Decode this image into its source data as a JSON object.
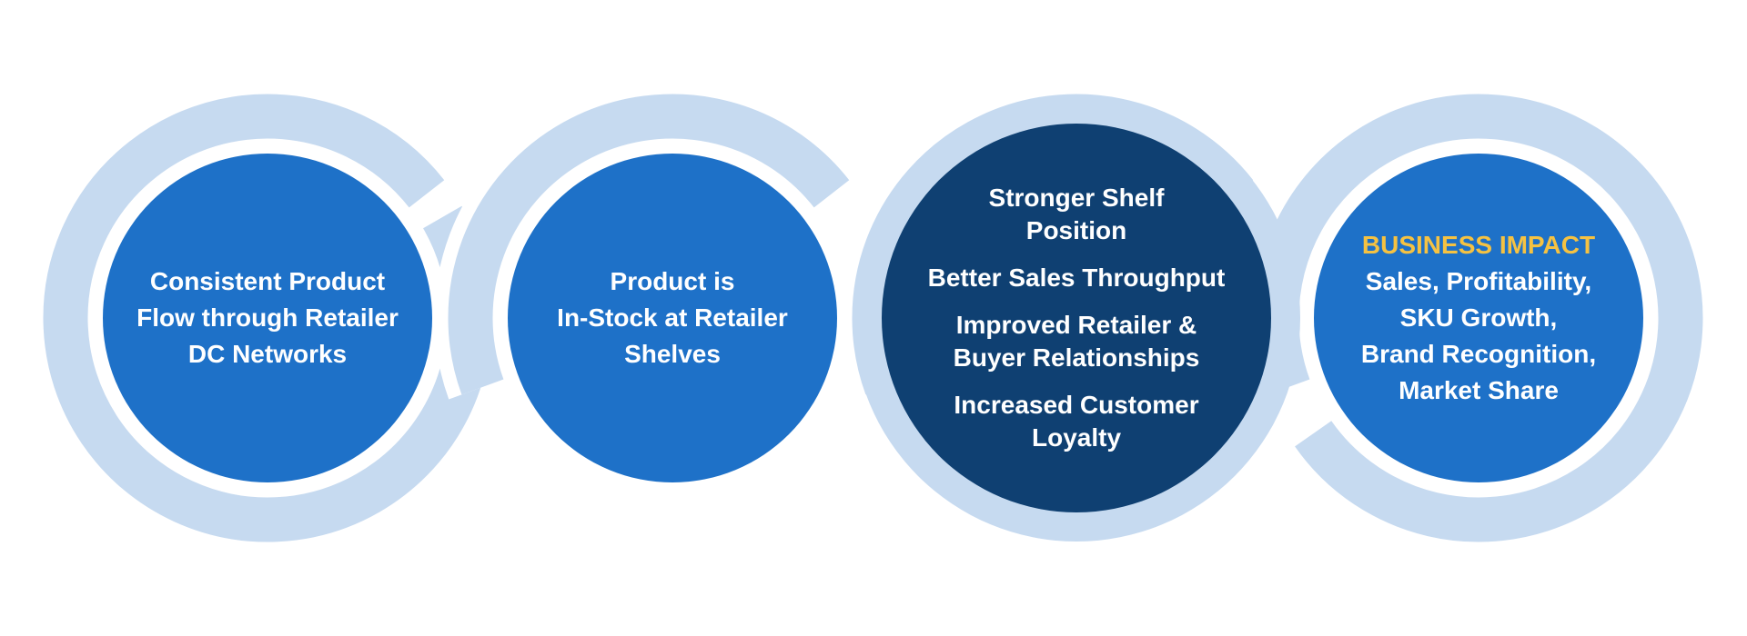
{
  "colors": {
    "background": "#ffffff",
    "ring": "#C6DAF0",
    "disc_primary": "#1E71C8",
    "disc_dark": "#0F4072",
    "text": "#ffffff",
    "heading": "#F5C242"
  },
  "nodes": [
    {
      "id": "consistent-product-flow",
      "style": "primary",
      "lines": [
        "Consistent Product",
        "Flow through Retailer",
        "DC Networks"
      ]
    },
    {
      "id": "product-in-stock",
      "style": "primary",
      "lines": [
        "Product is",
        "In-Stock at Retailer",
        "Shelves"
      ]
    },
    {
      "id": "benefits",
      "style": "dark",
      "groups": [
        [
          "Stronger Shelf",
          "Position"
        ],
        [
          "Better Sales Throughput"
        ],
        [
          "Improved Retailer &",
          "Buyer Relationships"
        ],
        [
          "Increased Customer",
          "Loyalty"
        ]
      ]
    },
    {
      "id": "business-impact",
      "style": "primary",
      "heading": "BUSINESS IMPACT",
      "lines": [
        "Sales, Profitability,",
        "SKU Growth,",
        "Brand Recognition,",
        "Market Share"
      ]
    }
  ]
}
